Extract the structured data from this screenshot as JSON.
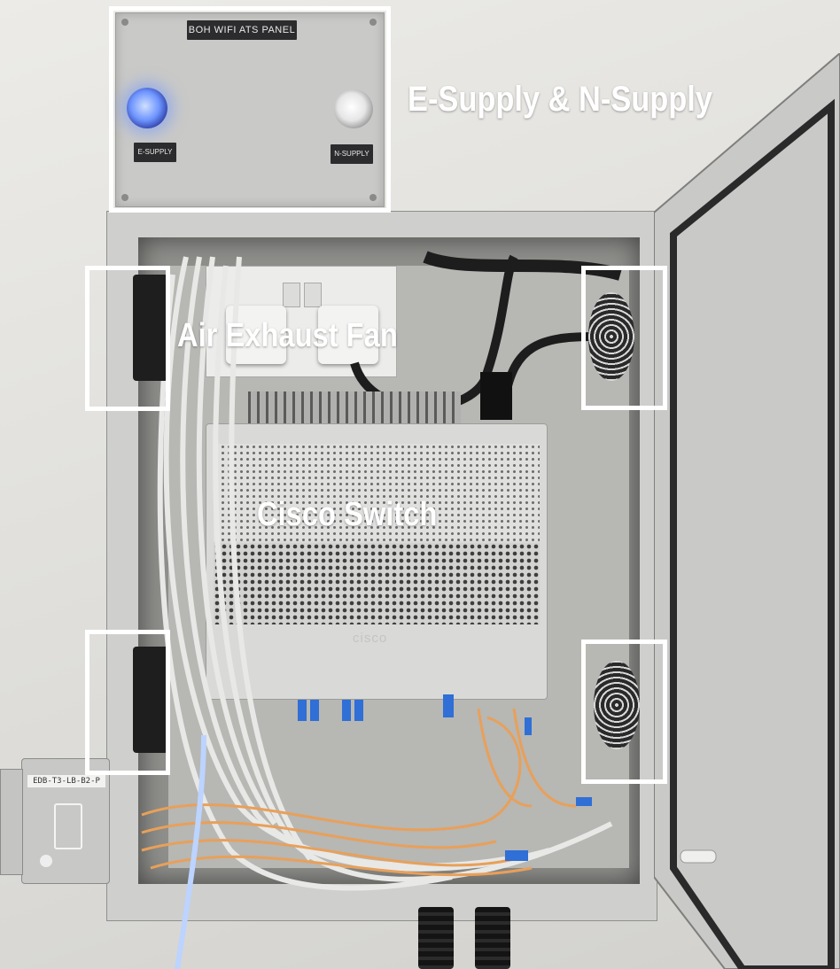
{
  "ats_panel": {
    "title": "BOH WIFI ATS PANEL",
    "e_supply_label": "E-SUPPLY",
    "n_supply_label": "N-SUPPLY"
  },
  "callouts": {
    "supply": "E-Supply & N-Supply",
    "fan": "Air Exhaust Fan",
    "switch": "Cisco Switch"
  },
  "device": {
    "brand_mark": "cisco"
  },
  "spur": {
    "label": "EDB-T3-LB-B2-P"
  },
  "colors": {
    "highlight": "#ffffff",
    "e_supply_lamp": "#6f95ff",
    "cable_white": "#e8e8e6",
    "cable_orange": "#e8a05a",
    "connector_blue": "#2f6fd6"
  }
}
